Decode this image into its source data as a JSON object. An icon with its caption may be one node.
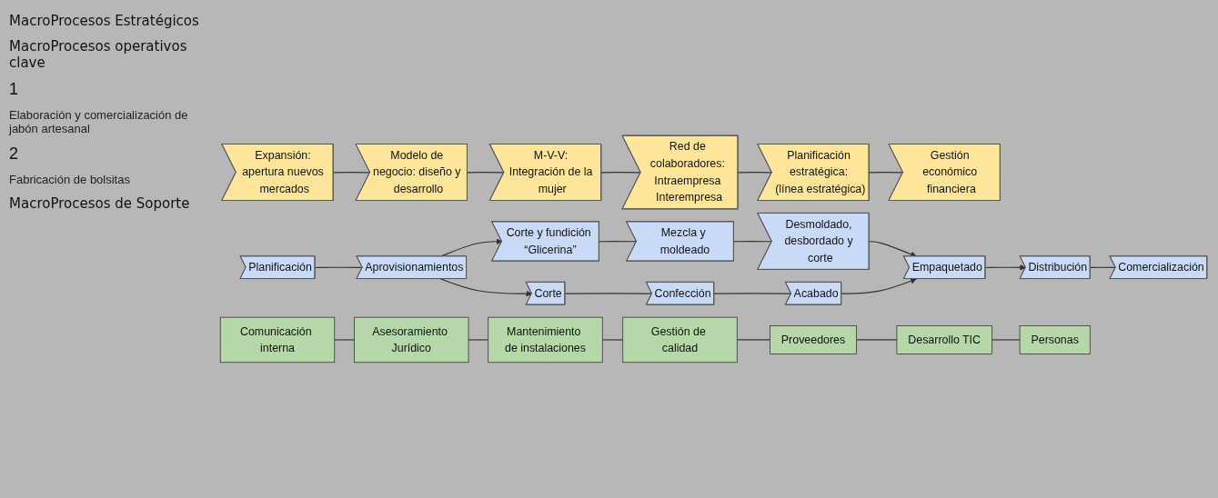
{
  "diagram": {
    "nodes": [
      {
        "text": [
          "Expansión: apertura nuevos mercados"
        ]
      },
      {
        "text": [
          "Modelo de negocio: diseño y desarrollo"
        ]
      },
      {
        "text": [
          "M-V-V: Integración de la mujer"
        ]
      },
      {
        "text": [
          "Red de colaboradores: Intraempresa Interempresa"
        ]
      },
      {
        "text": [
          "Planificación estratégica: (línea estratégica)"
        ]
      },
      {
        "text": [
          "Gestión económico financiera"
        ]
      },
      {
        "text": [
          "Planificación"
        ]
      },
      {
        "text": [
          "Aprovisionamientos"
        ]
      },
      {
        "text": [
          "Corte y fundición “Glicerina”"
        ]
      },
      {
        "text": [
          "Mezcla y moldeado"
        ]
      },
      {
        "text": [
          "Desmoldado, desbordado y corte"
        ]
      },
      {
        "text": [
          "Corte"
        ]
      },
      {
        "text": [
          "Confección"
        ]
      },
      {
        "text": [
          "Acabado"
        ]
      },
      {
        "text": [
          "Empaquetado"
        ]
      },
      {
        "text": [
          "Distribución"
        ]
      },
      {
        "text": [
          "Comercialización"
        ]
      },
      {
        "text": [
          "Comunicación interna"
        ]
      },
      {
        "text": [
          "Asesoramiento Jurídico"
        ]
      },
      {
        "text": [
          "Mantenimiento de instalaciones"
        ]
      },
      {
        "text": [
          "Gestión de calidad"
        ]
      },
      {
        "text": [
          "Proveedores"
        ]
      },
      {
        "text": [
          "Desarrollo TIC"
        ]
      },
      {
        "text": [
          "Personas"
        ]
      }
    ],
    "edges": [
      {
        "from": 0,
        "to": 1,
        "arrow": "none"
      },
      {
        "from": 1,
        "to": 2,
        "arrow": "none"
      },
      {
        "from": 2,
        "to": 3,
        "arrow": "none"
      },
      {
        "from": 3,
        "to": 4,
        "arrow": "none"
      },
      {
        "from": 4,
        "to": 5,
        "arrow": "none"
      },
      {
        "from": 6,
        "to": 7,
        "arrow": "none"
      },
      {
        "from": 7,
        "to": 8,
        "arrow": "to"
      },
      {
        "from": 7,
        "to": 11,
        "arrow": "to"
      },
      {
        "from": 8,
        "to": 9,
        "arrow": "none"
      },
      {
        "from": 9,
        "to": 10,
        "arrow": "none"
      },
      {
        "from": 10,
        "to": 14,
        "arrow": "to"
      },
      {
        "from": 11,
        "to": 12,
        "arrow": "none"
      },
      {
        "from": 12,
        "to": 13,
        "arrow": "none"
      },
      {
        "from": 13,
        "to": 14,
        "arrow": "to"
      },
      {
        "from": 14,
        "to": 15,
        "arrow": "to"
      },
      {
        "from": 15,
        "to": 16,
        "arrow": "none"
      },
      {
        "from": 17,
        "to": 18,
        "arrow": "none"
      },
      {
        "from": 18,
        "to": 19,
        "arrow": "none"
      },
      {
        "from": 19,
        "to": 20,
        "arrow": "none"
      },
      {
        "from": 20,
        "to": 21,
        "arrow": "none"
      },
      {
        "from": 21,
        "to": 22,
        "arrow": "none"
      },
      {
        "from": 22,
        "to": 23,
        "arrow": "none"
      }
    ],
    "labels": [
      "MacroProcesos Estratégicos",
      "MacroProcesos operativos clave",
      "1",
      "Elaboración y comercialización de jabón artesanal",
      "2",
      "Fabricación de bolsitas",
      "MacroProcesos de Soporte"
    ]
  }
}
